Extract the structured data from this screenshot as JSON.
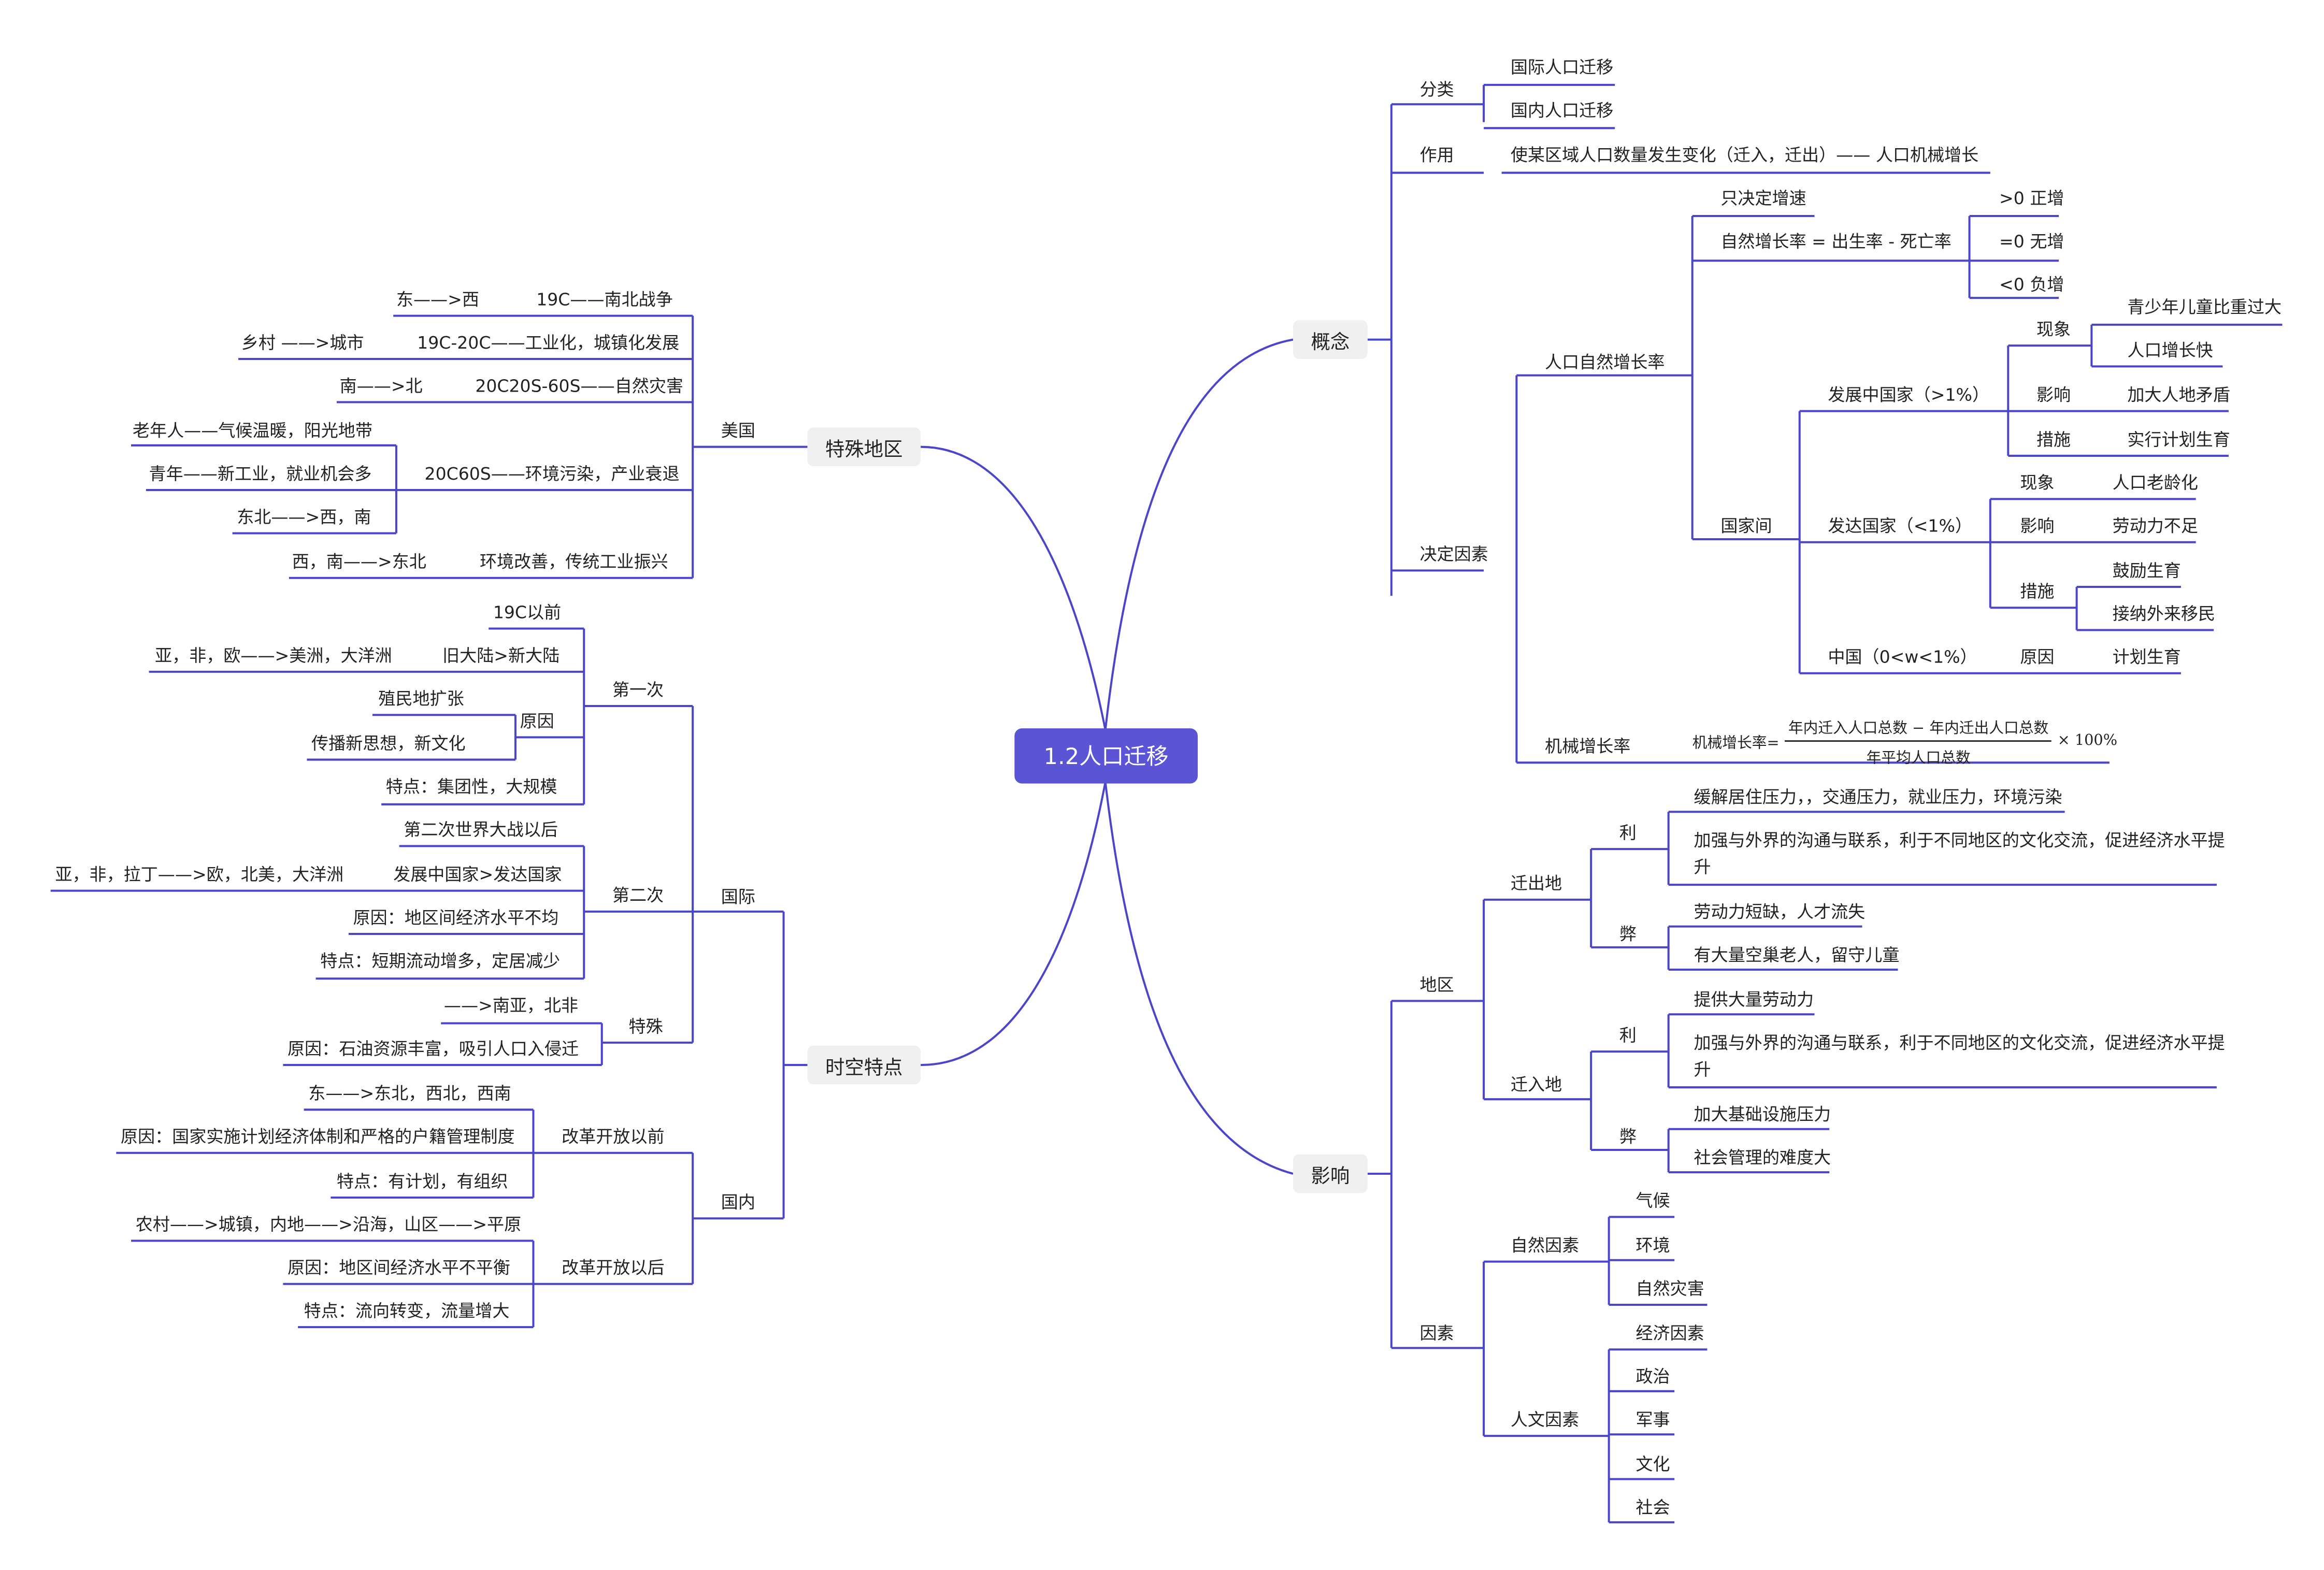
{
  "colors": {
    "line": "#4a45c9",
    "root_bg": "#5b55d6",
    "node_bg": "#f0f0f0"
  },
  "root": "1.2人口迁移",
  "main": {
    "gainian": "概念",
    "yingxiang": "影响",
    "teshu": "特殊地区",
    "shikong": "时空特点"
  },
  "concept": {
    "fenlei": "分类",
    "guoji": "国际人口迁移",
    "guonei": "国内人口迁移",
    "zuoyong": "作用",
    "zuoyong_text": "使某区域人口数量发生变化（迁入，迁出）—— 人口机械增长",
    "jueding": "决定因素",
    "ziran": "人口自然增长率",
    "zhi": "只决定增速",
    "formula_text": "自然增长率 = 出生率 - 死亡率",
    "gt": ">0 正增",
    "eq": "=0 无增",
    "lt": "<0 负增",
    "guojiajian": "国家间",
    "fazhanzhong": "发展中国家（>1%）",
    "xianxiang": "现象",
    "qingshaonian": "青少年儿童比重过大",
    "zengkuai": "人口增长快",
    "yingxiang": "影响",
    "renshi": "加大人地矛盾",
    "cuoshi": "措施",
    "jihua": "实行计划生育",
    "fada": "发达国家（<1%）",
    "xianxiang2": "现象",
    "laoling": "人口老龄化",
    "yingxiang2": "影响",
    "laodong": "劳动力不足",
    "cuoshi2": "措施",
    "guli": "鼓励生育",
    "jiena": "接纳外来移民",
    "zhongguo": "中国（0<w<1%）",
    "yuanyin": "原因",
    "jihua2": "计划生育",
    "jixie": "机械增长率",
    "f_label": "机械增长率=",
    "f_num": "年内迁入人口总数 − 年内迁出人口总数",
    "f_den": "年平均人口总数",
    "f_mul": "× 100%"
  },
  "impact": {
    "diqu": "地区",
    "qianchu": "迁出地",
    "li": "利",
    "hl1": "缓解居住压力，，交通压力，就业压力，环境污染",
    "hl2": "加强与外界的沟通与联系，利于不同地区的文化交流，促进经济水平提升",
    "bi": "弊",
    "hb1": "劳动力短缺，人才流失",
    "hb2": "有大量空巢老人，留守儿童",
    "qianru": "迁入地",
    "li2": "利",
    "rl1": "提供大量劳动力",
    "rl2": "加强与外界的沟通与联系，利于不同地区的文化交流，促进经济水平提升",
    "bi2": "弊",
    "rb1": "加大基础设施压力",
    "rb2": "社会管理的难度大",
    "yinsu": "因素",
    "ziran": "自然因素",
    "qihou": "气候",
    "huanjing": "环境",
    "zaihai": "自然灾害",
    "renwen": "人文因素",
    "jingji": "经济因素",
    "zhengzhi": "政治",
    "junshi": "军事",
    "wenhua": "文化",
    "shehui": "社会"
  },
  "special": {
    "meiguo": "美国",
    "a1": "东——>西",
    "a2": "19C——南北战争",
    "b1": "乡村 ——>城市",
    "b2": "19C-20C——工业化，城镇化发展",
    "c1": "南——>北",
    "c2": "20C20S-60S——自然灾害",
    "d0": "20C60S——环境污染，产业衰退",
    "d1": "老年人——气候温暖，阳光地带",
    "d2": "青年——新工业，就业机会多",
    "d3": "东北——>西，南",
    "e1": "西，南——>东北",
    "e2": "环境改善，传统工业振兴"
  },
  "spacetime": {
    "guoji": "国际",
    "first": "第一次",
    "f1": "19C以前",
    "f2a": "亚，非，欧——>美洲，大洋洲",
    "f2b": "旧大陆>新大陆",
    "fyy": "原因",
    "fy1": "殖民地扩张",
    "fy2": "传播新思想，新文化",
    "f4": "特点：集团性，大规模",
    "second": "第二次",
    "s1": "第二次世界大战以后",
    "s2a": "亚，非，拉丁——>欧，北美，大洋洲",
    "s2b": "发展中国家>发达国家",
    "s3": "原因：地区间经济水平不均",
    "s4": "特点：短期流动增多，定居减少",
    "spec": "特殊",
    "sp1": "——>南亚，北非",
    "sp2": "原因：石油资源丰富，吸引人口入侵迁",
    "guonei": "国内",
    "before": "改革开放以前",
    "b1": "东——>东北，西北，西南",
    "b2": "原因：国家实施计划经济体制和严格的户籍管理制度",
    "b3": "特点：有计划，有组织",
    "after": "改革开放以后",
    "a1": "农村——>城镇，内地——>沿海，山区——>平原",
    "a2": "原因：地区间经济水平不平衡",
    "a3": "特点：流向转变，流量增大"
  }
}
